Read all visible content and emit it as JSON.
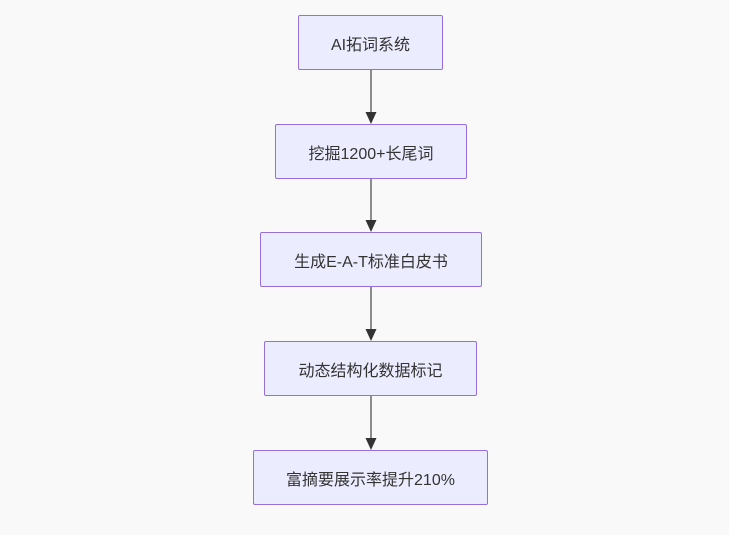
{
  "flowchart": {
    "type": "flowchart",
    "direction": "top-down",
    "style": {
      "background": "#f9f9f9",
      "node_fill": "#ECECFF",
      "node_border": "#9370DB",
      "text_color": "#333333",
      "edge_color": "#8c8c8c",
      "arrowhead_color": "#333333"
    },
    "nodes": [
      {
        "id": "n1",
        "label": "AI拓词系统"
      },
      {
        "id": "n2",
        "label": "挖掘1200+长尾词"
      },
      {
        "id": "n3",
        "label": "生成E-A-T标准白皮书"
      },
      {
        "id": "n4",
        "label": "动态结构化数据标记"
      },
      {
        "id": "n5",
        "label": "富摘要展示率提升210%"
      }
    ],
    "edges": [
      {
        "from": "n1",
        "to": "n2",
        "arrow": "down"
      },
      {
        "from": "n2",
        "to": "n3",
        "arrow": "down"
      },
      {
        "from": "n3",
        "to": "n4",
        "arrow": "down"
      },
      {
        "from": "n4",
        "to": "n5",
        "arrow": "down"
      }
    ]
  }
}
